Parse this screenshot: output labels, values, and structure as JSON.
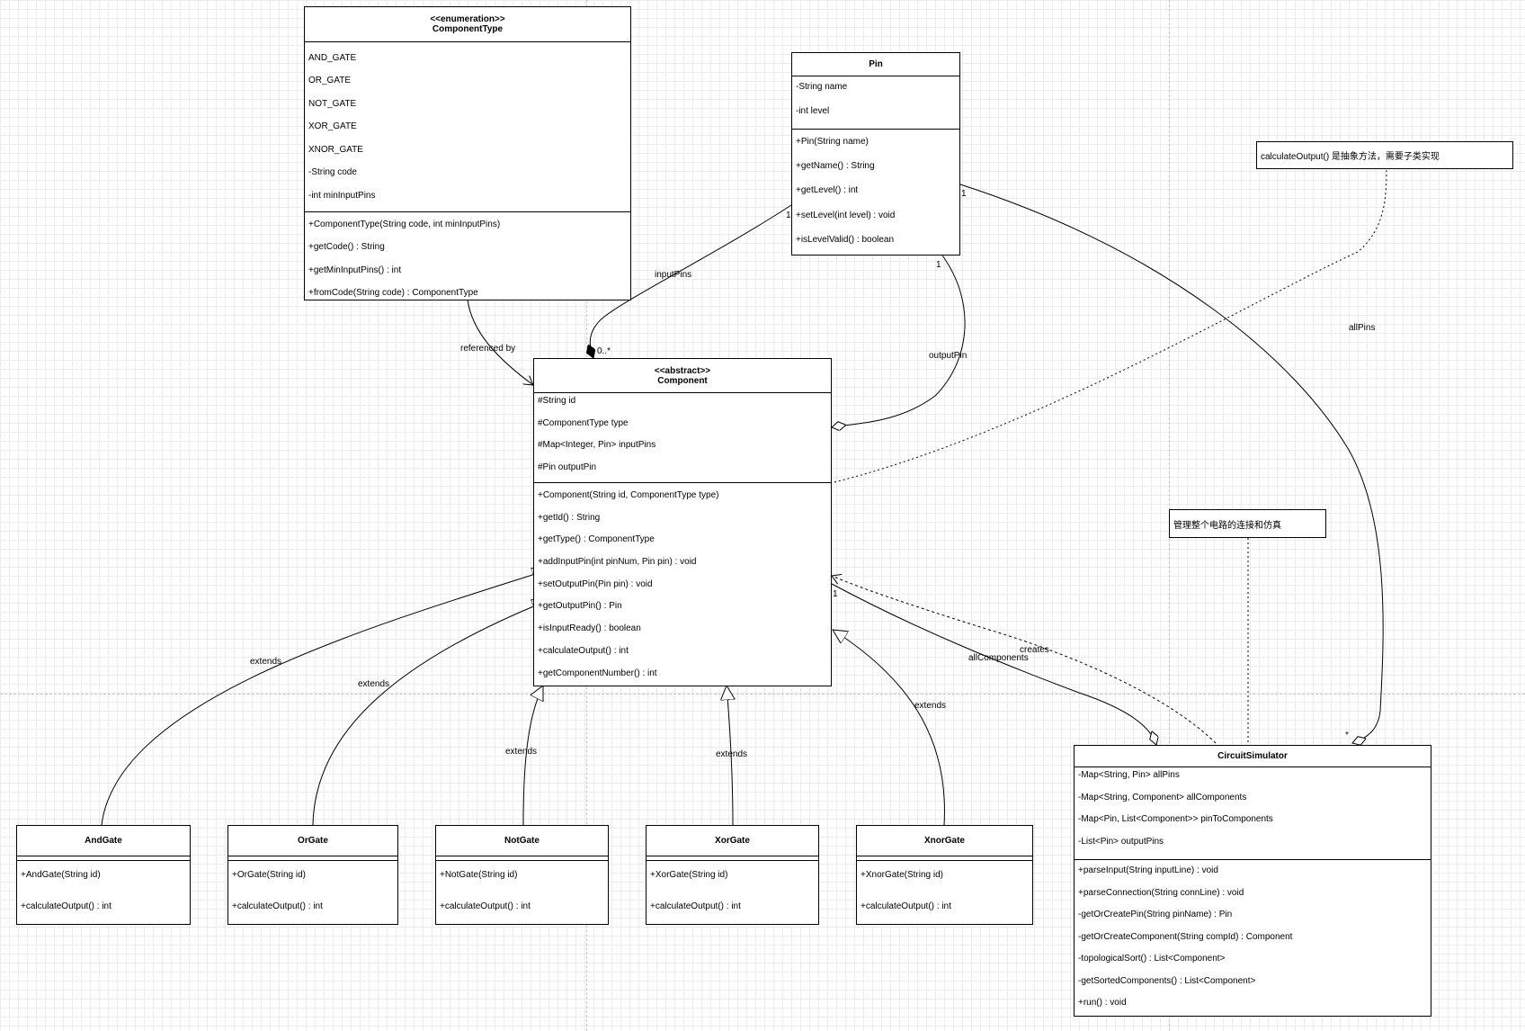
{
  "classes": {
    "componenttype": {
      "stereotype": "<<enumeration>>",
      "name": "ComponentType",
      "attributes": [
        "AND_GATE",
        "OR_GATE",
        "NOT_GATE",
        "XOR_GATE",
        "XNOR_GATE",
        "-String code",
        "-int minInputPins"
      ],
      "methods": [
        "+ComponentType(String code, int minInputPins)",
        "+getCode() : String",
        "+getMinInputPins() : int",
        "+fromCode(String code) : ComponentType"
      ]
    },
    "pin": {
      "name": "Pin",
      "attributes": [
        "-String name",
        "-int level"
      ],
      "methods": [
        "+Pin(String name)",
        "+getName() : String",
        "+getLevel() : int",
        "+setLevel(int level) : void",
        "+isLevelValid() : boolean"
      ]
    },
    "component": {
      "stereotype": "<<abstract>>",
      "name": "Component",
      "attributes": [
        "#String id",
        "#ComponentType type",
        "#Map<Integer, Pin> inputPins",
        "#Pin outputPin"
      ],
      "methods": [
        "+Component(String id, ComponentType type)",
        "+getId() : String",
        "+getType() : ComponentType",
        "+addInputPin(int pinNum, Pin pin) : void",
        "+setOutputPin(Pin pin) : void",
        "+getOutputPin() : Pin",
        "+isInputReady() : boolean",
        "+calculateOutput() : int",
        "+getComponentNumber() : int"
      ]
    },
    "andgate": {
      "name": "AndGate",
      "methods": [
        "+AndGate(String id)",
        "+calculateOutput() : int"
      ]
    },
    "orgate": {
      "name": "OrGate",
      "methods": [
        "+OrGate(String id)",
        "+calculateOutput() : int"
      ]
    },
    "notgate": {
      "name": "NotGate",
      "methods": [
        "+NotGate(String id)",
        "+calculateOutput() : int"
      ]
    },
    "xorgate": {
      "name": "XorGate",
      "methods": [
        "+XorGate(String id)",
        "+calculateOutput() : int"
      ]
    },
    "xnorgate": {
      "name": "XnorGate",
      "methods": [
        "+XnorGate(String id)",
        "+calculateOutput() : int"
      ]
    },
    "circuitsimulator": {
      "name": "CircuitSimulator",
      "attributes": [
        "-Map<String, Pin> allPins",
        "-Map<String, Component> allComponents",
        "-Map<Pin, List<Component>> pinToComponents",
        "-List<Pin> outputPins"
      ],
      "methods": [
        "+parseInput(String inputLine) : void",
        "+parseConnection(String connLine) : void",
        "-getOrCreatePin(String pinName) : Pin",
        "-getOrCreateComponent(String compId) : Component",
        "-topologicalSort() : List<Component>",
        "-getSortedComponents() : List<Component>",
        "+run() : void"
      ]
    }
  },
  "notes": {
    "abstract_note": "calculateOutput() 是抽象方法，需要子类实现",
    "simulator_note": "管理整个电路的连接和仿真"
  },
  "edge_labels": {
    "referenced_by": "referenced by",
    "input_pins": "inputPins",
    "input_pins_mult_pin": "1",
    "input_pins_mult_comp": "0..*",
    "output_pin": "outputPin",
    "output_pin_mult": "1",
    "all_pins": "allPins",
    "all_pins_mult_pin": "1",
    "all_pins_mult_sim": "*",
    "all_components": "allComponents",
    "all_components_mult": "1",
    "creates": "creates",
    "extends_and": "extends",
    "extends_or": "extends",
    "extends_not": "extends",
    "extends_xor": "extends",
    "extends_xnor": "extends"
  }
}
